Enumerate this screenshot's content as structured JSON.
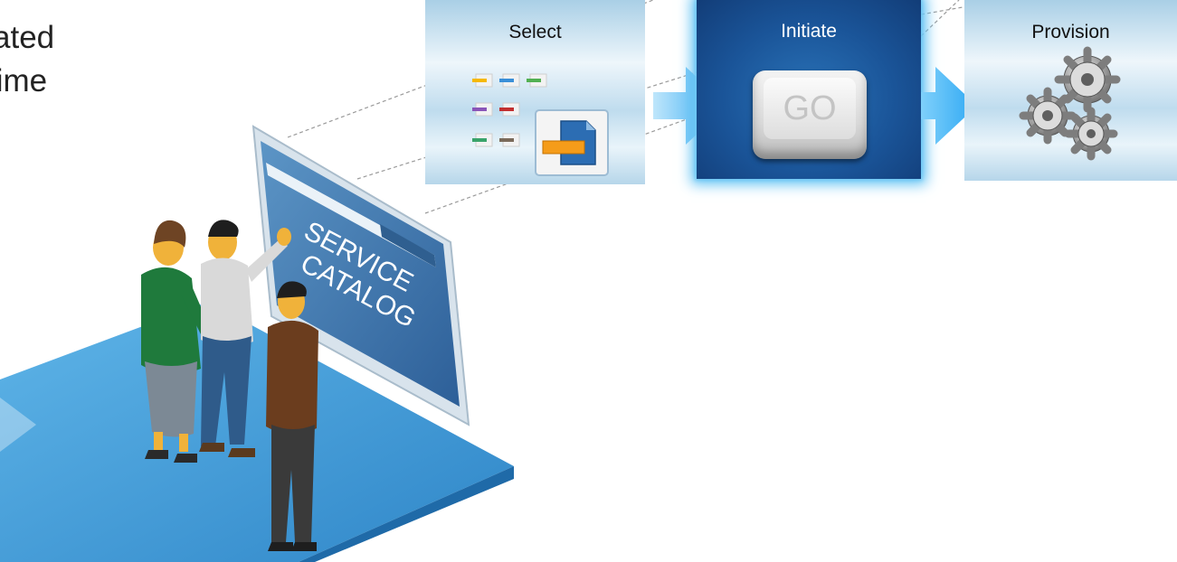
{
  "intro_text": {
    "line1": "ated",
    "line2": "time"
  },
  "stages": [
    {
      "title": "Select"
    },
    {
      "title": "Initiate",
      "key_label": "GO"
    },
    {
      "title": "Provision"
    }
  ],
  "screen": {
    "line1": "SERVICE",
    "line2": "CATALOG"
  },
  "colors": {
    "accent": "#3aa9f0",
    "initiate_box": "#1a5498",
    "light_box": "#cfe5f2",
    "platform": "#3e95d2"
  },
  "icons": [
    "document-list-icon",
    "document-icon",
    "arrow-icon",
    "gears-icon",
    "go-key-icon"
  ]
}
